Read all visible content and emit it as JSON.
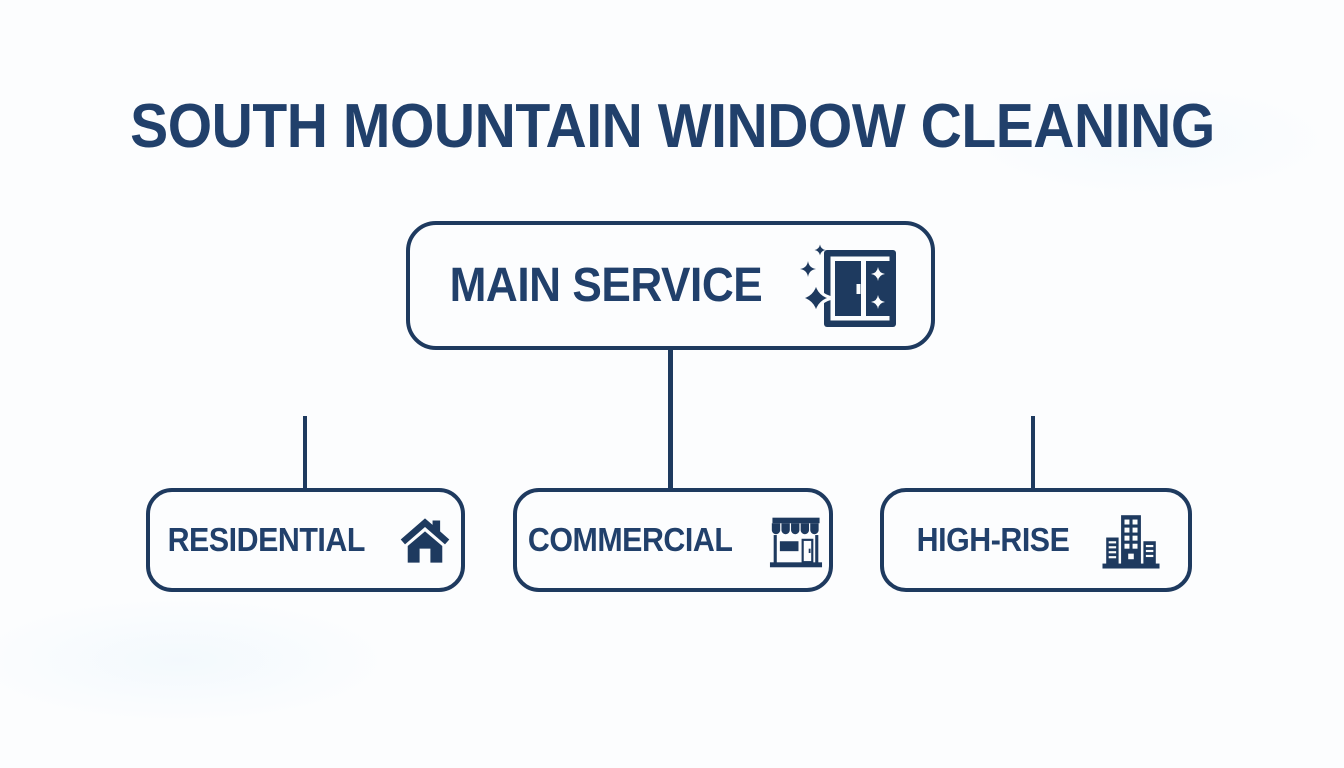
{
  "title": "SOUTH MOUNTAIN WINDOW CLEANING",
  "colors": {
    "ink": "#1e3a5f",
    "text": "#21406b",
    "background": "#fcfdfe"
  },
  "tree": {
    "root": {
      "label": "MAIN SERVICE",
      "icon": "sparkling-window-icon"
    },
    "children": [
      {
        "label": "RESIDENTIAL",
        "icon": "house-icon"
      },
      {
        "label": "COMMERCIAL",
        "icon": "storefront-icon"
      },
      {
        "label": "HIGH-RISE",
        "icon": "high-rise-buildings-icon"
      }
    ]
  }
}
